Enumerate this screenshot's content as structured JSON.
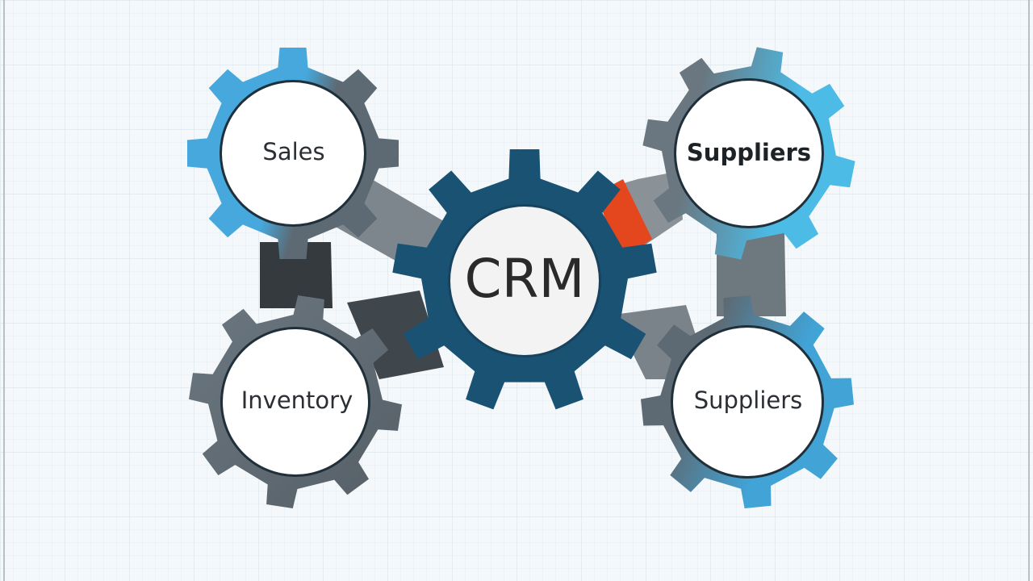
{
  "diagram": {
    "center": {
      "label": "CRM",
      "color": "#1a5274",
      "hub_color": "#f3f3f3"
    },
    "gears": [
      {
        "id": "top-left",
        "label": "Sales",
        "colors": [
          "#46a8dc",
          "#5d6a73"
        ],
        "bold": false
      },
      {
        "id": "top-right",
        "label": "Suppliers",
        "colors": [
          "#6a7780",
          "#4cbbe6"
        ],
        "bold": true
      },
      {
        "id": "bottom-left",
        "label": "Inventory",
        "colors": [
          "#6b7781",
          "#565f66"
        ],
        "bold": false
      },
      {
        "id": "bottom-right",
        "label": "Suppliers",
        "colors": [
          "#5d6a73",
          "#41a3d6"
        ],
        "bold": false
      }
    ],
    "connector_colors": {
      "dark": "#3a3f44",
      "mid": "#5d666d",
      "light": "#8a9298",
      "accent": "#e4461e"
    },
    "background": {
      "color": "#f4f8fa",
      "grid_color": "#dce6ec"
    }
  }
}
